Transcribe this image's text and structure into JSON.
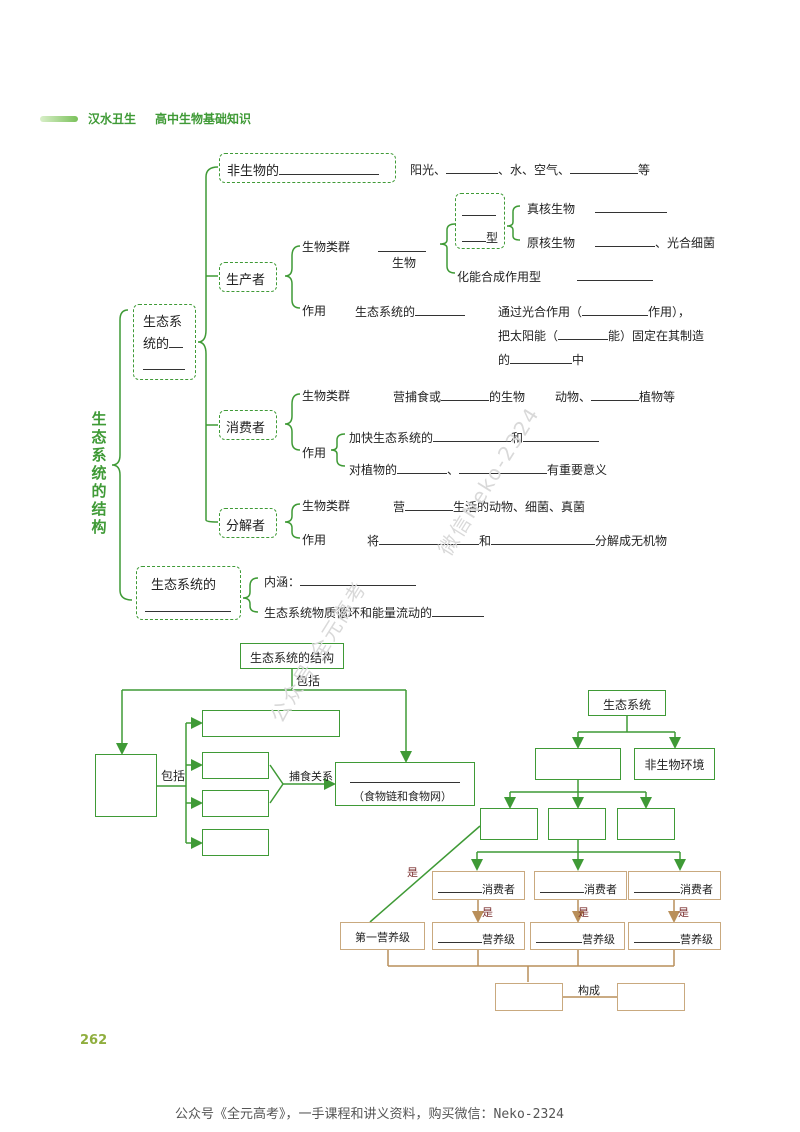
{
  "header": {
    "series": "汉水丑生",
    "book": "高中生物基础知识"
  },
  "page_number": "262",
  "footer_note": "公众号《全元高考》，一手课程和讲义资料，购买微信：Neko-2324",
  "watermarks": [
    "公众号 全元高考",
    "微信Neko-2324"
  ],
  "outline": {
    "side_title": "生态系统的结构",
    "composition_box": "生态系统的",
    "nonliving": {
      "label": "非生物的",
      "text1": "阳光、",
      "text2": "、水、空气、",
      "text3": "等"
    },
    "producer": {
      "label": "生产者",
      "type_label": "生物类群",
      "organism": "生物",
      "type_box_suffix": "型",
      "eukaryote": "真核生物",
      "prokaryote": "原核生物",
      "prokaryote_tail": "、光合细菌",
      "chemo": "化能合成作用型",
      "role_label": "作用",
      "role_text": "生态系统的",
      "role_line1": "通过光合作用（",
      "role_line1b": "作用），",
      "role_line2": "把太阳能（",
      "role_line2b": "能）固定在其制造",
      "role_line3": "的",
      "role_line3b": "中"
    },
    "consumer": {
      "label": "消费者",
      "type_label": "生物类群",
      "type_text": "营捕食或",
      "type_text2": "的生物",
      "type_text3": "动物、",
      "type_text4": "植物等",
      "role_label": "作用",
      "role1": "加快生态系统的",
      "role1b": "和",
      "role2": "对植物的",
      "role2b": "、",
      "role2c": "有重要意义"
    },
    "decomposer": {
      "label": "分解者",
      "type_label": "生物类群",
      "type_text": "营",
      "type_text2": "生活的动物、细菌、真菌",
      "role_label": "作用",
      "role_text": "将",
      "role_text2": "和",
      "role_text3": "分解成无机物"
    },
    "nutrition_box": "生态系统的",
    "nutrition": {
      "connotation": "内涵：",
      "channel": "生态系统物质循环和能量流动的"
    }
  },
  "left_diagram": {
    "top": "生态系统的结构",
    "includes_top": "包括",
    "includes_left": "包括",
    "predation": "捕食关系",
    "foodweb": "（食物链和食物网）"
  },
  "right_diagram": {
    "ecosystem": "生态系统",
    "abiotic": "非生物环境",
    "is_label": "是",
    "consumer": "消费者",
    "trophic": "营养级",
    "first_trophic": "第一营养级",
    "constitute": "构成"
  }
}
